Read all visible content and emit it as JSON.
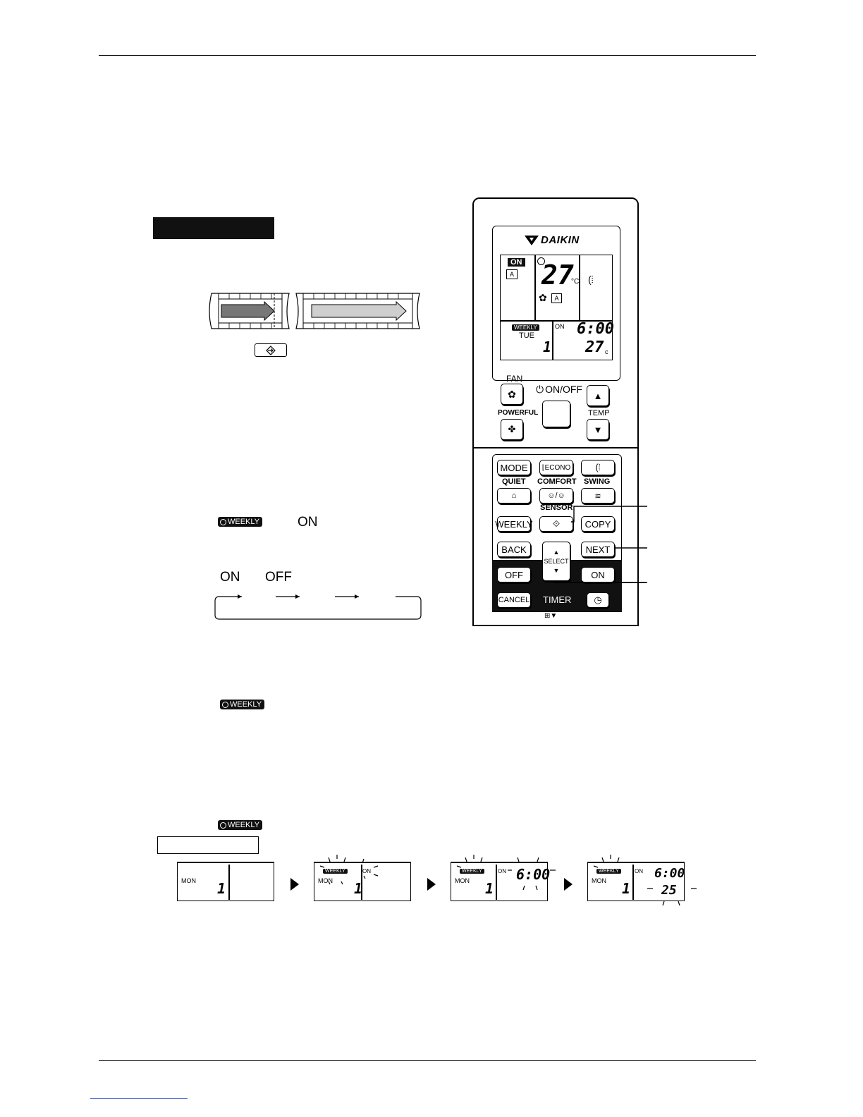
{
  "badges": {
    "weekly": "WEEKLY",
    "on": "ON",
    "off": "OFF"
  },
  "remote": {
    "brand": "DAIKIN",
    "lcd": {
      "on_tag": "ON",
      "temp": "27",
      "temp_unit": "°C",
      "weekly": "WEEKLY",
      "day": "TUE",
      "prog_number": "1",
      "timer_on": "ON",
      "timer_time": "6:00",
      "timer_temp": "27",
      "timer_temp_unit": "c"
    },
    "labels": {
      "fan": "FAN",
      "onoff": "ON/OFF",
      "powerful": "POWERFUL",
      "temp": "TEMP",
      "mode": "MODE",
      "econo": "ECONO",
      "quiet": "QUIET",
      "comfort": "COMFORT",
      "swing": "SWING",
      "sensor": "SENSOR",
      "weekly": "WEEKLY",
      "copy": "COPY",
      "back": "BACK",
      "next": "NEXT",
      "select": "SELECT",
      "off": "OFF",
      "on": "ON",
      "cancel": "CANCEL",
      "timer": "TIMER"
    }
  },
  "sequence": [
    {
      "day": "MON",
      "num": "1",
      "weekly": "",
      "on": "",
      "time": "",
      "temp": ""
    },
    {
      "day": "MON",
      "num": "1",
      "weekly": "WEEKLY",
      "on": "ON",
      "time": "",
      "temp": ""
    },
    {
      "day": "MON",
      "num": "1",
      "weekly": "WEEKLY",
      "on": "ON",
      "time": "6:00",
      "temp": ""
    },
    {
      "day": "MON",
      "num": "1",
      "weekly": "WEEKLY",
      "on": "ON",
      "time": "6:00",
      "temp": "25"
    }
  ],
  "colors": {
    "black": "#111111",
    "dark_arrow": "#777777",
    "light_arrow": "#cfcfcf"
  }
}
